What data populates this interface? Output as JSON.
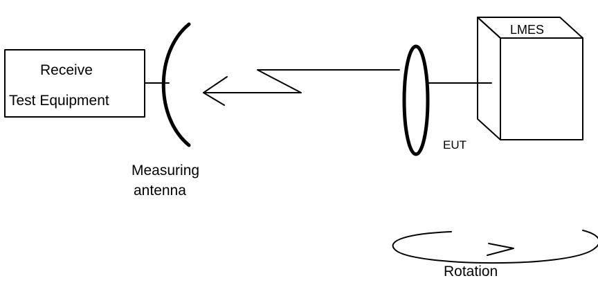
{
  "receive_box": {
    "line1": "Receive",
    "line2": "Test Equipment"
  },
  "antenna": {
    "line1": "Measuring",
    "line2": "antenna"
  },
  "eut": {
    "label": "EUT"
  },
  "lmes": {
    "label": "LMES"
  },
  "rotation": {
    "label": "Rotation"
  }
}
